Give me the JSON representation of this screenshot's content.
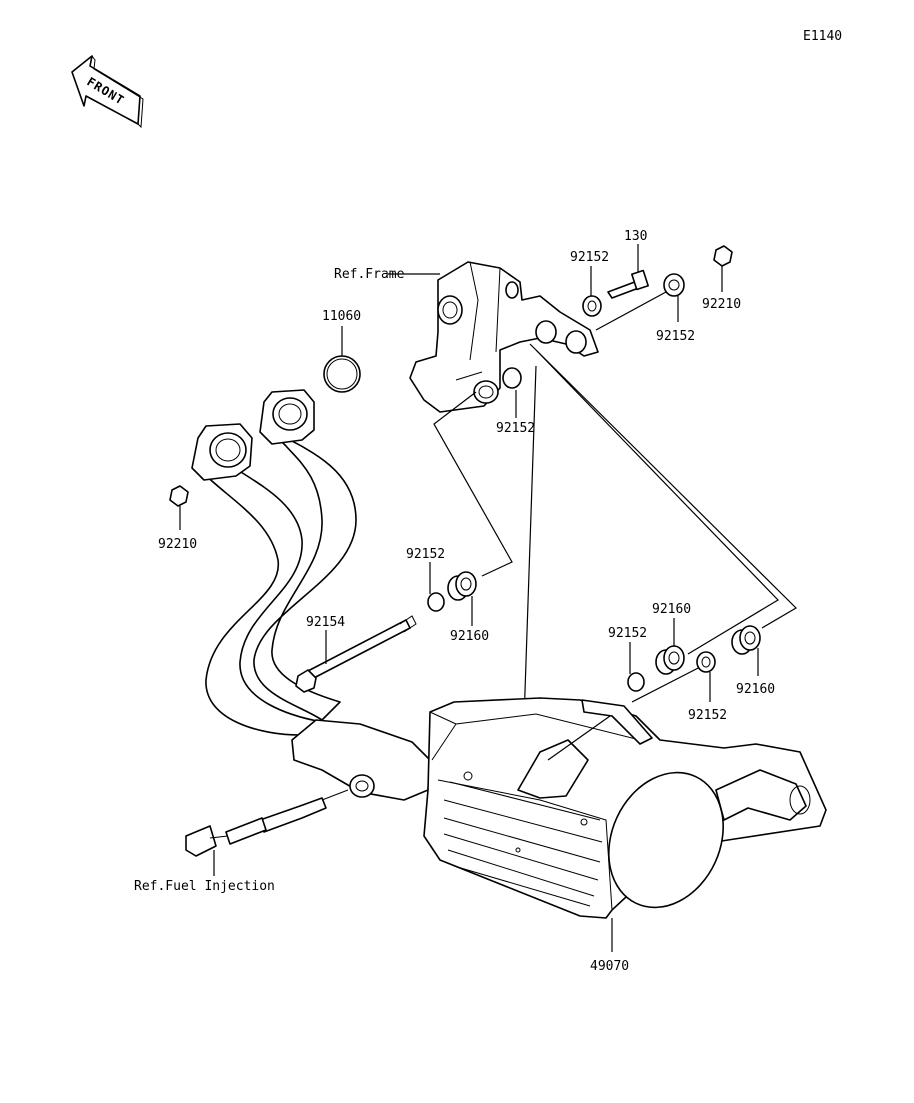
{
  "figure_code": "E1140",
  "front_arrow": {
    "text": "FRONT",
    "icon": "front-arrow-icon"
  },
  "labels": {
    "ref_frame": "Ref.Frame",
    "ref_fuel_injection": "Ref.Fuel Injection",
    "p130": "130",
    "p92152_top": "92152",
    "p92152_right": "92152",
    "p92152_mid": "92152",
    "p92152_left": "92152",
    "p92152_lower": "92152",
    "p92152_lower2": "92152",
    "p92210_right": "92210",
    "p92210_left": "92210",
    "p11060": "11060",
    "p92154": "92154",
    "p92160_left": "92160",
    "p92160_mid": "92160",
    "p92160_right": "92160",
    "p49070": "49070"
  }
}
